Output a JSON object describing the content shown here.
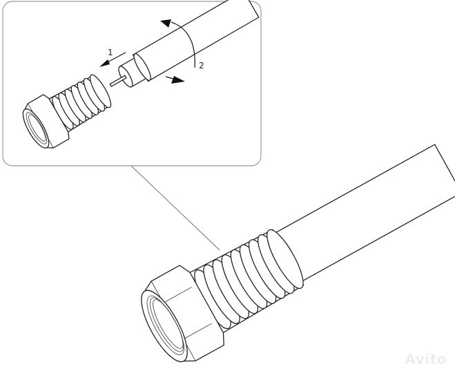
{
  "diagram": {
    "step_labels": [
      "1",
      "2"
    ],
    "watermark": "Avito",
    "colors": {
      "line": "#222222",
      "inset_border": "#999999",
      "background": "#ffffff"
    }
  }
}
